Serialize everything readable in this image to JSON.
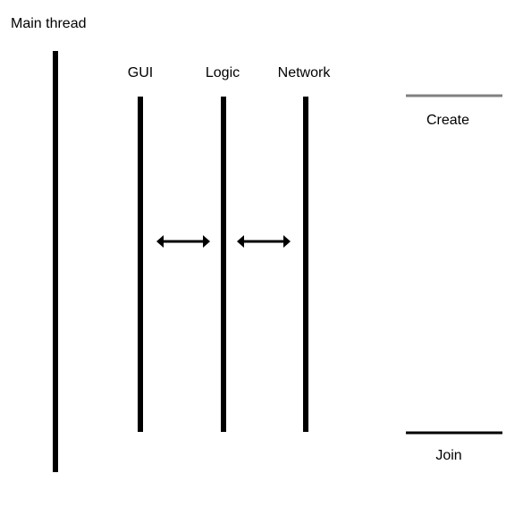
{
  "main_thread": {
    "label": "Main thread"
  },
  "threads": [
    {
      "label": "GUI"
    },
    {
      "label": "Logic"
    },
    {
      "label": "Network"
    }
  ],
  "markers": {
    "create": {
      "label": "Create",
      "color": "#808080"
    },
    "join": {
      "label": "Join",
      "color": "#000000"
    }
  },
  "connections": [
    {
      "from": "GUI",
      "to": "Logic",
      "direction": "bidirectional"
    },
    {
      "from": "Logic",
      "to": "Network",
      "direction": "bidirectional"
    }
  ]
}
